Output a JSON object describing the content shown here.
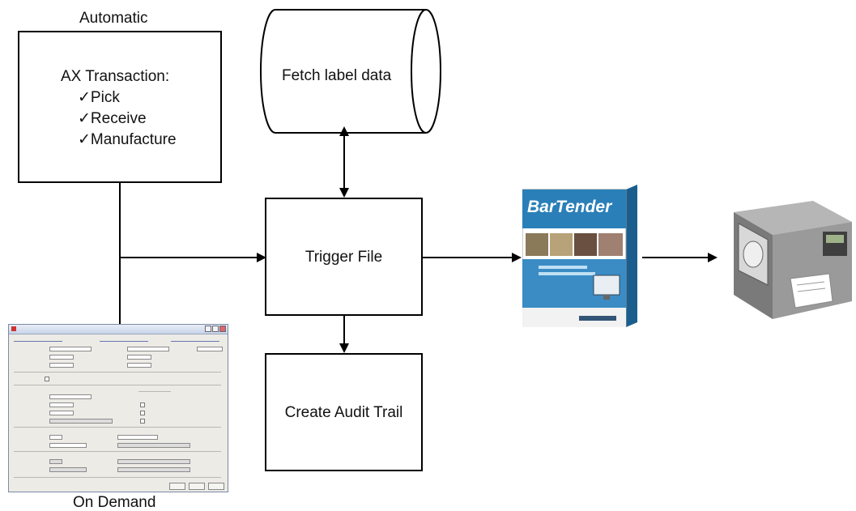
{
  "automatic": {
    "caption": "Automatic",
    "title": "AX Transaction:",
    "items": [
      "Pick",
      "Receive",
      "Manufacture"
    ],
    "check": "✓"
  },
  "fetch": {
    "label": "Fetch label data"
  },
  "trigger": {
    "label": "Trigger File"
  },
  "audit": {
    "label": "Create Audit Trail"
  },
  "on_demand": {
    "caption": "On Demand"
  },
  "software": {
    "brand": "BarTender",
    "icon": "software-box-image"
  },
  "printer": {
    "icon": "label-printer-image"
  },
  "colors": {
    "line": "#000000",
    "box_blue": "#2a7fb8",
    "dialog_bg": "#ecebe6"
  }
}
